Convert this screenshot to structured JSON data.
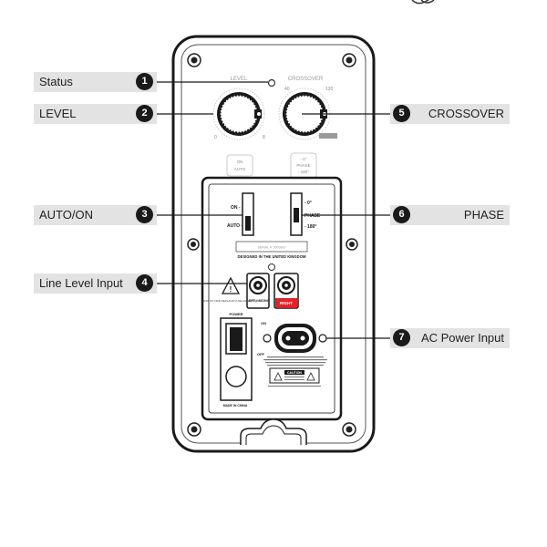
{
  "callouts": [
    {
      "number": "1",
      "label": "Status"
    },
    {
      "number": "2",
      "label": "LEVEL"
    },
    {
      "number": "3",
      "label": "AUTO/ON"
    },
    {
      "number": "4",
      "label": "Line Level Input"
    },
    {
      "number": "5",
      "label": "CROSSOVER"
    },
    {
      "number": "6",
      "label": "PHASE"
    },
    {
      "number": "7",
      "label": "AC Power Input"
    }
  ],
  "panel": {
    "level_label": "LEVEL",
    "crossover_label": "CROSSOVER",
    "crossover_min": "40",
    "crossover_max": "120",
    "level_min": "0",
    "level_max": "8",
    "auto_on_top": "ON",
    "auto_on_bottom": "AUTO",
    "switch_on": "ON -",
    "switch_auto": "AUTO -",
    "phase_0": "- 0°",
    "phase_label": "PHASE",
    "phase_180": "- 180°",
    "phase_legend_1": "- 0°",
    "phase_legend_2": "PHASE",
    "phase_legend_3": "- 180°",
    "serial_label": "SERIAL #: 0000000",
    "designed_in": "DESIGNED IN THE UNITED KINGDOM",
    "left_mono": "LEFT / MONO",
    "right": "RIGHT",
    "power_label": "POWER",
    "power_on": "ON",
    "power_off": "OFF",
    "made_in": "MADE IN CHINA",
    "warning_label": "CAUTION",
    "risk_text": "RISK OF FIRE REPLACE FUSE AS MARKED"
  }
}
